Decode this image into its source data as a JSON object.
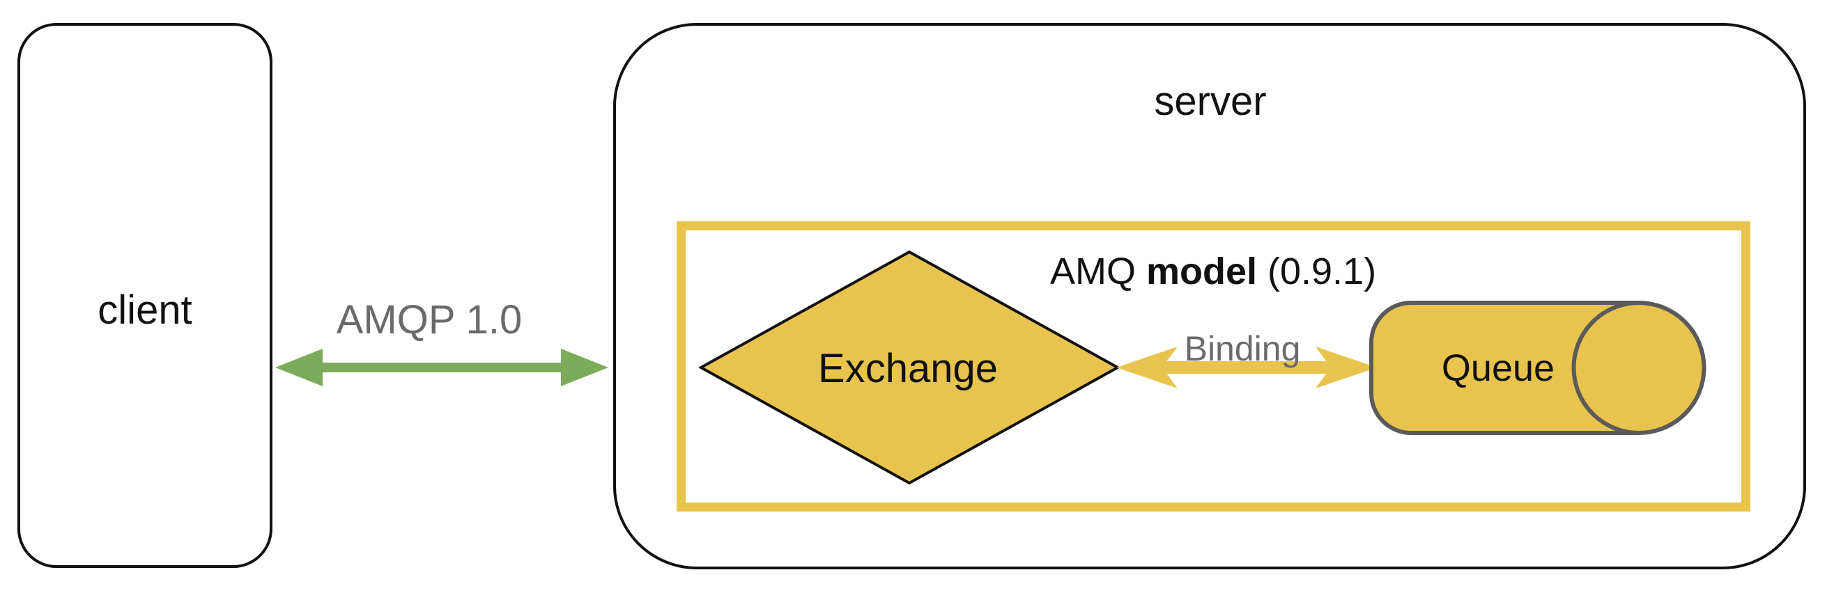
{
  "client": {
    "label": "client"
  },
  "connection": {
    "label": "AMQP 1.0"
  },
  "server": {
    "label": "server",
    "amq_model": {
      "title_prefix": "AMQ ",
      "title_bold": "model",
      "title_suffix": " (0.9.1)",
      "exchange_label": "Exchange",
      "binding_label": "Binding",
      "queue_label": "Queue"
    }
  },
  "colors": {
    "yellow": "#E8C44F",
    "green": "#7CAC5B",
    "gray_text": "#6A6A6A",
    "cylinder_outline": "#5A5A5A",
    "box_outline": "#111111"
  }
}
